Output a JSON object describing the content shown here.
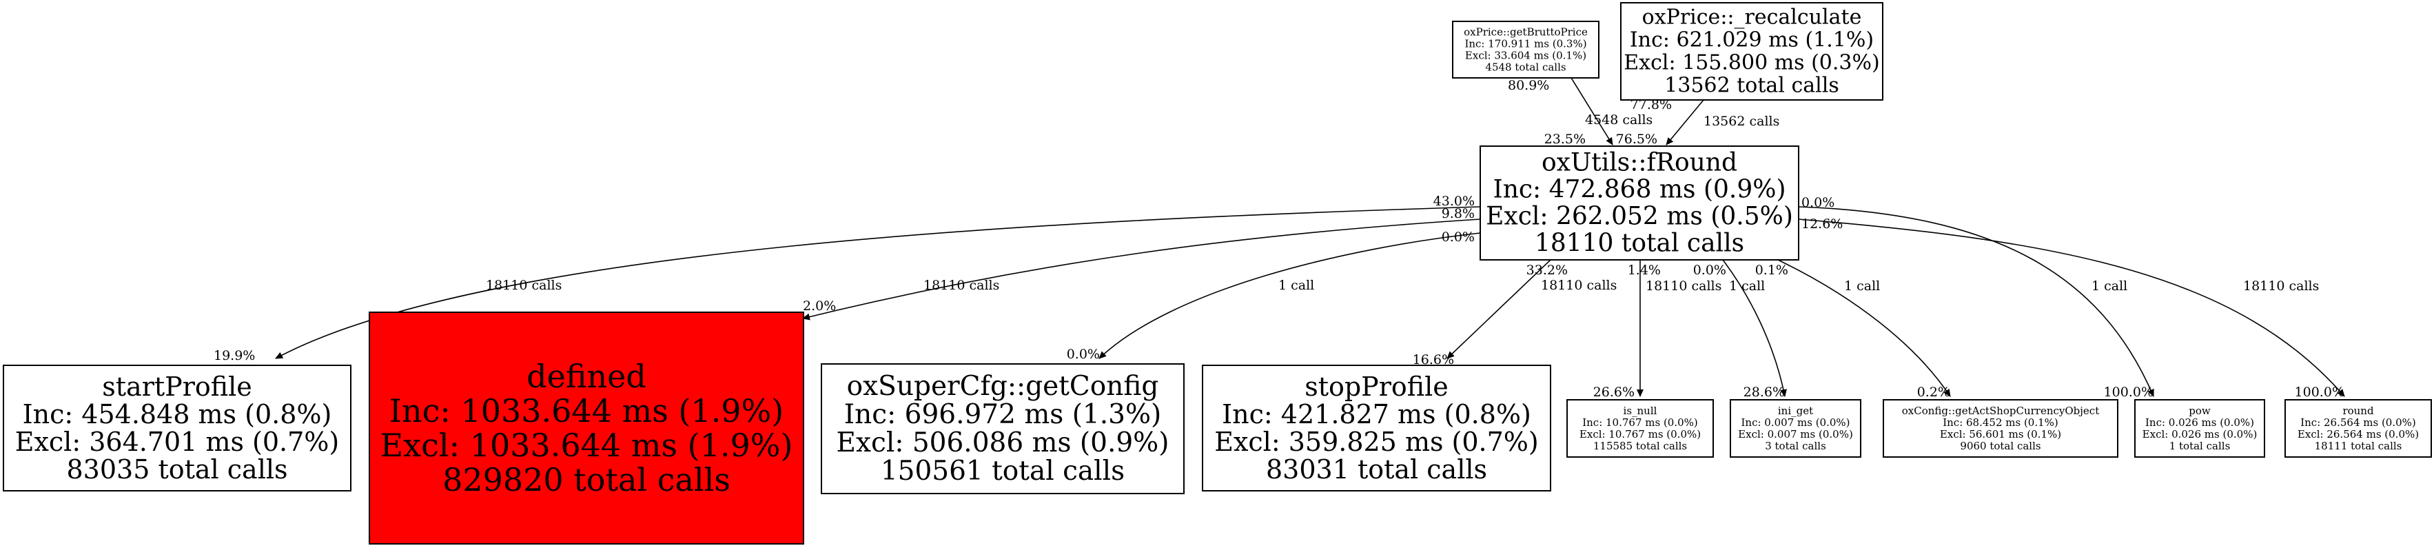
{
  "nodes": {
    "getBruttoPrice": {
      "lines": [
        "oxPrice::getBruttoPrice",
        "Inc: 170.911 ms (0.3%)",
        "Excl: 33.604 ms (0.1%)",
        "4548 total calls"
      ],
      "fill": "#ffffff"
    },
    "recalculate": {
      "lines": [
        "oxPrice::_recalculate",
        "Inc: 621.029 ms (1.1%)",
        "Excl: 155.800 ms (0.3%)",
        "13562 total calls"
      ],
      "fill": "#ffffff"
    },
    "fRound": {
      "lines": [
        "oxUtils::fRound",
        "Inc: 472.868 ms (0.9%)",
        "Excl: 262.052 ms (0.5%)",
        "18110 total calls"
      ],
      "fill": "#ffffff"
    },
    "startProfile": {
      "lines": [
        "startProfile",
        "Inc: 454.848 ms (0.8%)",
        "Excl: 364.701 ms (0.7%)",
        "83035 total calls"
      ],
      "fill": "#ffffff"
    },
    "defined": {
      "lines": [
        "defined",
        "Inc: 1033.644 ms (1.9%)",
        "Excl: 1033.644 ms (1.9%)",
        "829820 total calls"
      ],
      "fill": "#ff0000"
    },
    "getConfig": {
      "lines": [
        "oxSuperCfg::getConfig",
        "Inc: 696.972 ms (1.3%)",
        "Excl: 506.086 ms (0.9%)",
        "150561 total calls"
      ],
      "fill": "#ffffff"
    },
    "stopProfile": {
      "lines": [
        "stopProfile",
        "Inc: 421.827 ms (0.8%)",
        "Excl: 359.825 ms (0.7%)",
        "83031 total calls"
      ],
      "fill": "#ffffff"
    },
    "is_null": {
      "lines": [
        "is_null",
        "Inc: 10.767 ms (0.0%)",
        "Excl: 10.767 ms (0.0%)",
        "115585 total calls"
      ],
      "fill": "#ffffff"
    },
    "ini_get": {
      "lines": [
        "ini_get",
        "Inc: 0.007 ms (0.0%)",
        "Excl: 0.007 ms (0.0%)",
        "3 total calls"
      ],
      "fill": "#ffffff"
    },
    "getActShopCurrencyObject": {
      "lines": [
        "oxConfig::getActShopCurrencyObject",
        "Inc: 68.452 ms (0.1%)",
        "Excl: 56.601 ms (0.1%)",
        "9060 total calls"
      ],
      "fill": "#ffffff"
    },
    "pow": {
      "lines": [
        "pow",
        "Inc: 0.026 ms (0.0%)",
        "Excl: 0.026 ms (0.0%)",
        "1 total calls"
      ],
      "fill": "#ffffff"
    },
    "round": {
      "lines": [
        "round",
        "Inc: 26.564 ms (0.0%)",
        "Excl: 26.564 ms (0.0%)",
        "18111 total calls"
      ],
      "fill": "#ffffff"
    }
  },
  "edges": [
    {
      "id": "getBruttoPrice-fRound",
      "calls": "4548 calls",
      "tail_pct": "80.9%",
      "head_pct": "23.5%"
    },
    {
      "id": "recalculate-fRound",
      "calls": "13562 calls",
      "tail_pct": "77.8%",
      "head_pct": "76.5%"
    },
    {
      "id": "fRound-startProfile",
      "calls": "18110 calls",
      "tail_pct": "43.0%",
      "head_pct": "19.9%"
    },
    {
      "id": "fRound-defined",
      "calls": "18110 calls",
      "tail_pct": "9.8%",
      "head_pct": "2.0%"
    },
    {
      "id": "fRound-getConfig",
      "calls": "1 call",
      "tail_pct": "0.0%",
      "head_pct": "0.0%"
    },
    {
      "id": "fRound-stopProfile",
      "calls": "18110 calls",
      "tail_pct": "33.2%",
      "head_pct": "16.6%"
    },
    {
      "id": "fRound-is_null",
      "calls": "18110 calls",
      "tail_pct": "1.4%",
      "head_pct": "26.6%"
    },
    {
      "id": "fRound-ini_get",
      "calls": "1 call",
      "tail_pct": "0.0%",
      "head_pct": "28.6%"
    },
    {
      "id": "fRound-getActShopCurrencyObject",
      "calls": "1 call",
      "tail_pct": "0.1%",
      "head_pct": "0.2%"
    },
    {
      "id": "fRound-pow",
      "calls": "1 call",
      "tail_pct": "0.0%",
      "head_pct": "100.0%"
    },
    {
      "id": "fRound-round",
      "calls": "18110 calls",
      "tail_pct": "12.6%",
      "head_pct": "100.0%"
    }
  ]
}
